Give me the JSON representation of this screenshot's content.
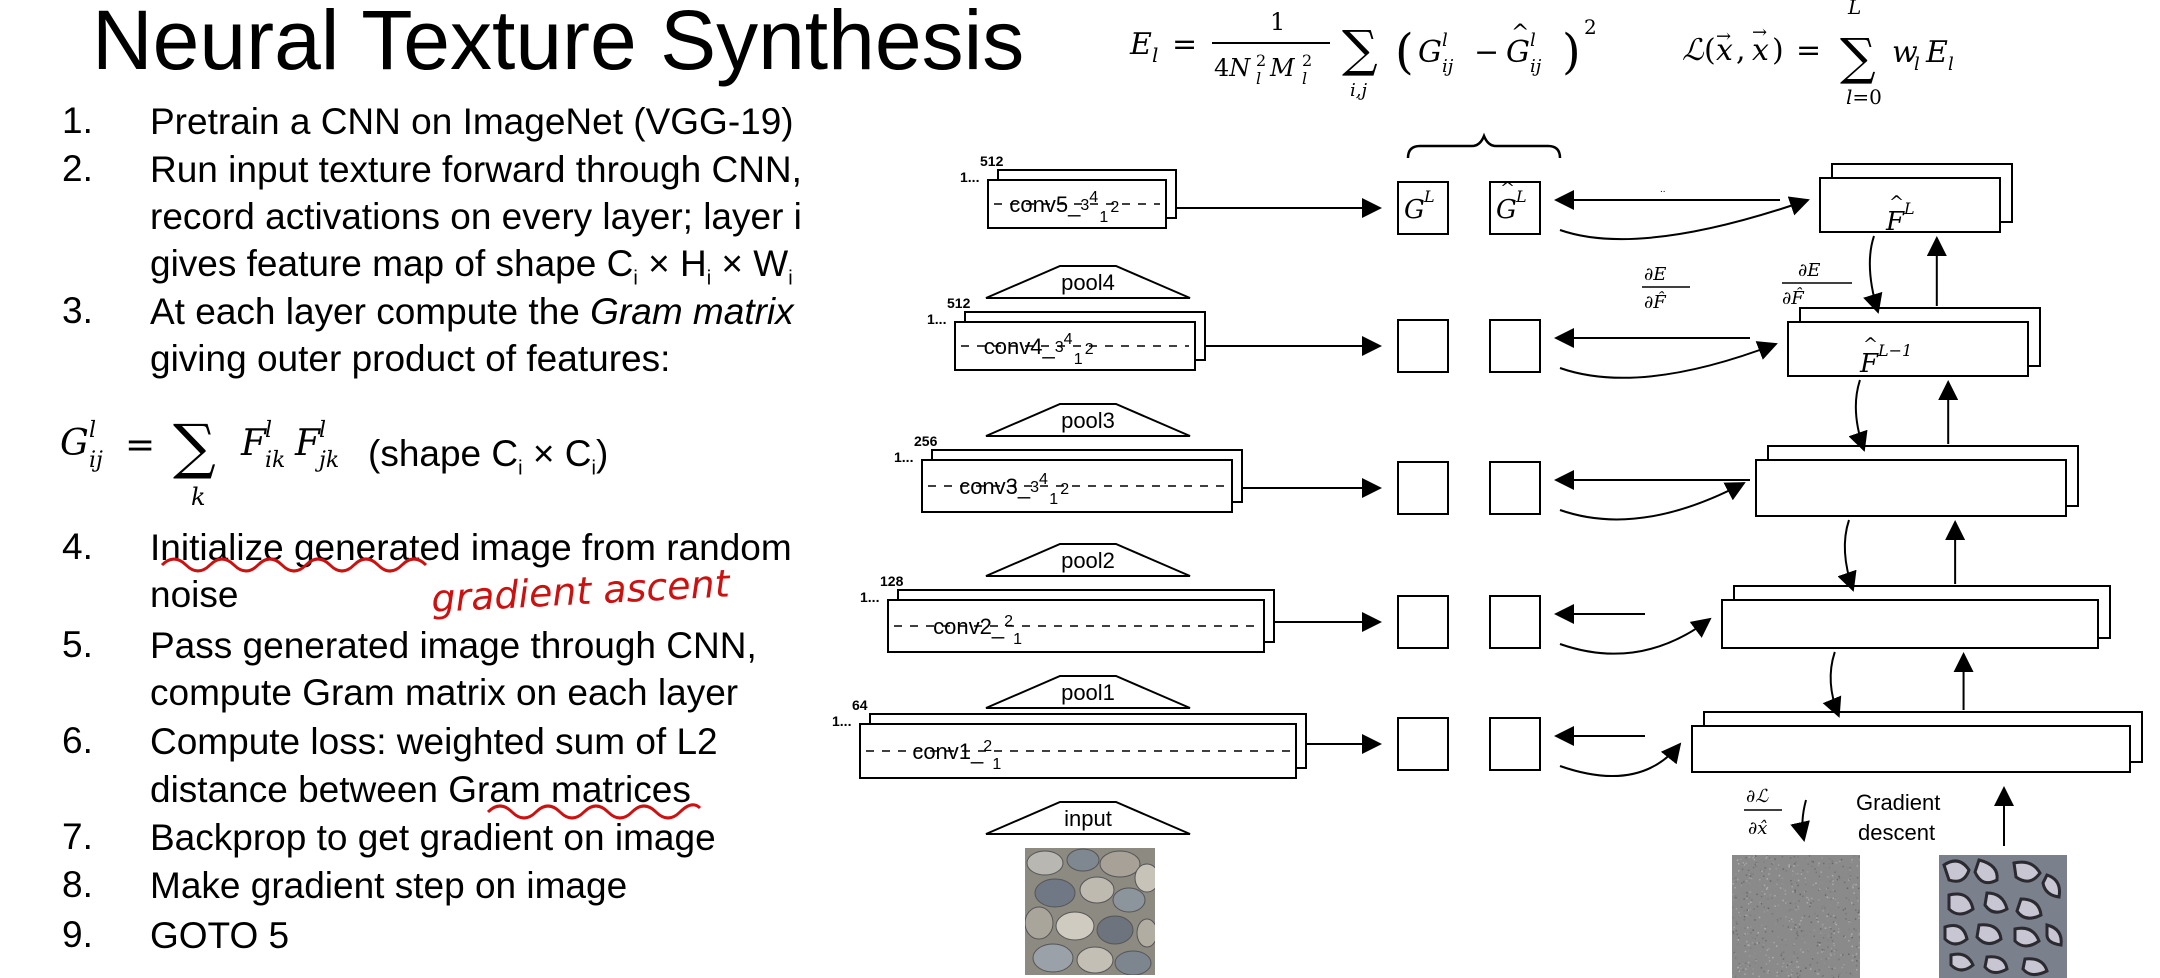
{
  "slide": {
    "title": "Neural Texture Synthesis",
    "steps": [
      {
        "num": "1.",
        "lines": [
          "Pretrain a CNN on ImageNet (VGG-19)"
        ]
      },
      {
        "num": "2.",
        "lines": [
          "Run input texture forward through CNN,",
          "record activations on every layer; layer i",
          "gives feature map of shape C",
          "i",
          " × H",
          "i",
          " × W",
          "i"
        ]
      },
      {
        "num": "3.",
        "lines": [
          "At each layer compute the ",
          "Gram matrix",
          "giving outer product of features:"
        ]
      },
      {
        "num": "4.",
        "lines": [
          "Initialize generated image from random",
          "noise"
        ]
      },
      {
        "num": "5.",
        "lines": [
          "Pass generated image through CNN,",
          "compute Gram matrix on each layer"
        ]
      },
      {
        "num": "6.",
        "lines": [
          "Compute loss: weighted sum of L2",
          "distance between Gram matrices"
        ]
      },
      {
        "num": "7.",
        "lines": [
          "Backprop to get gradient on image"
        ]
      },
      {
        "num": "8.",
        "lines": [
          "Make gradient step on image"
        ]
      },
      {
        "num": "9.",
        "lines": [
          "GOTO 5"
        ]
      }
    ],
    "gram_shape_text": "(shape C",
    "gram_shape_sub": "i",
    "gram_shape_mid": " × C",
    "gram_shape_end": ")",
    "handwritten_note": "gradient ascent"
  },
  "diagram": {
    "layers": [
      {
        "name": "conv5_",
        "ch": "512",
        "sup": "4",
        "mid": "3",
        "sub2": "2",
        "sub1": "1"
      },
      {
        "name": "conv4_",
        "ch": "512",
        "sup": "4",
        "mid": "3",
        "sub2": "2",
        "sub1": "1"
      },
      {
        "name": "conv3_",
        "ch": "256",
        "sup": "4",
        "mid": "3",
        "sub2": "2",
        "sub1": "1"
      },
      {
        "name": "conv2_",
        "ch": "128",
        "sup": "2",
        "sub1": "1"
      },
      {
        "name": "conv1_",
        "ch": "64",
        "sup": "2",
        "sub1": "1"
      }
    ],
    "channel_prefix": "1",
    "pools": [
      "pool4",
      "pool3",
      "pool2",
      "pool1"
    ],
    "input_label": "input",
    "gradient_descent": [
      "Gradient",
      "descent"
    ],
    "colors": {
      "ink": "#000000",
      "annotation": "#cc1111",
      "noise": "#8a8a8a"
    }
  }
}
